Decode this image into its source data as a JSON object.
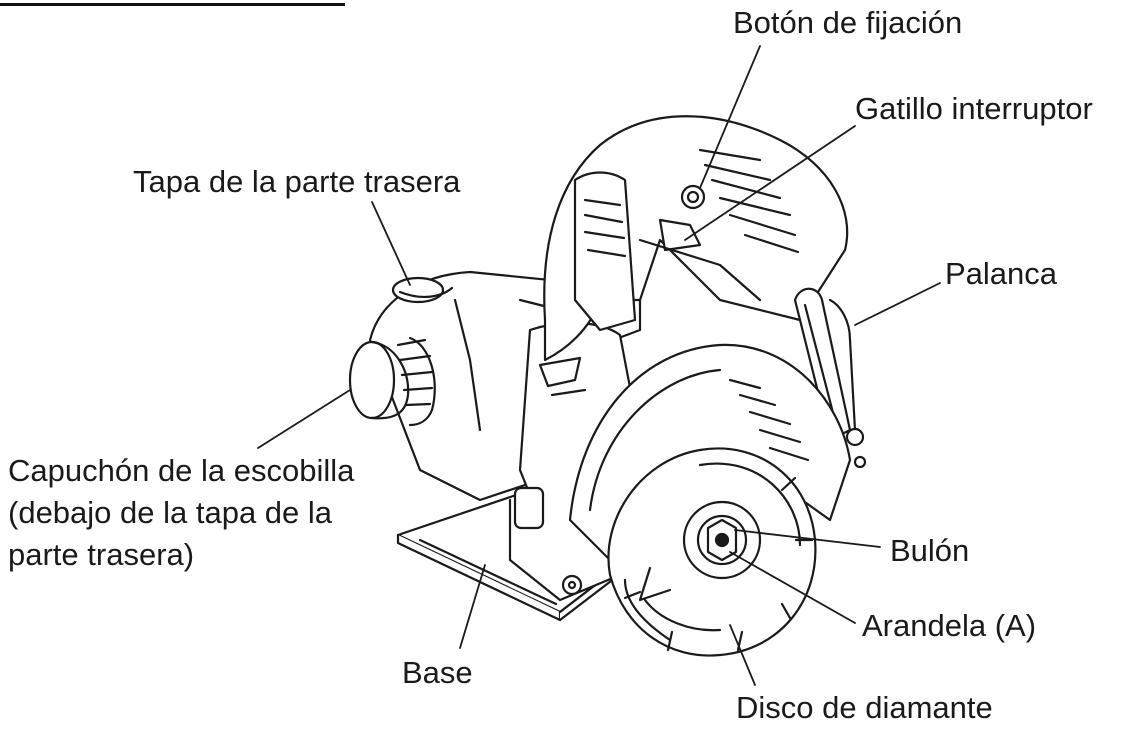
{
  "labels": {
    "boton_fijacion": "Botón de fijación",
    "gatillo": "Gatillo interruptor",
    "tapa_trasera": "Tapa de la parte trasera",
    "palanca": "Palanca",
    "capuchon_line1": "Capuchón de la escobilla",
    "capuchon_line2": "(debajo de la tapa de la",
    "capuchon_line3": "parte trasera)",
    "bulon": "Bulón",
    "arandela": "Arandela (A)",
    "base": "Base",
    "disco": "Disco de diamante"
  },
  "colors": {
    "ink": "#1a1a1a",
    "background": "#ffffff"
  }
}
